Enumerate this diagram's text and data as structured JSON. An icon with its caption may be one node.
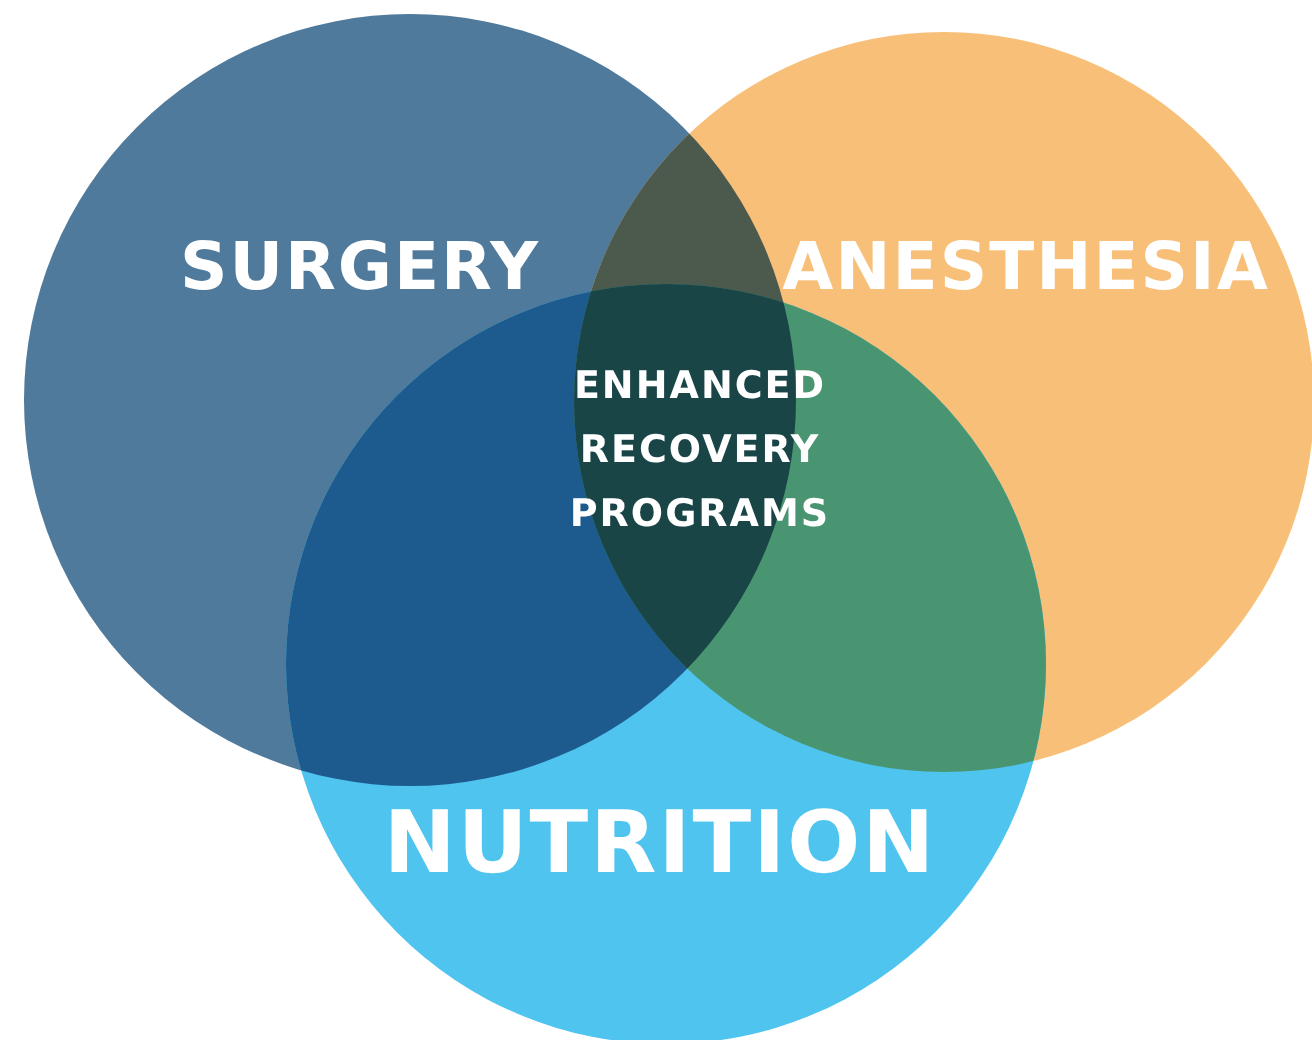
{
  "diagram": {
    "nodes": [
      {
        "text": [
          "SURGERY"
        ]
      },
      {
        "text": [
          "ANESTHESIA"
        ]
      },
      {
        "text": [
          "NUTRITION"
        ]
      },
      {
        "text": [
          "ENHANCED RECOVERY PROGRAMS"
        ]
      }
    ]
  }
}
